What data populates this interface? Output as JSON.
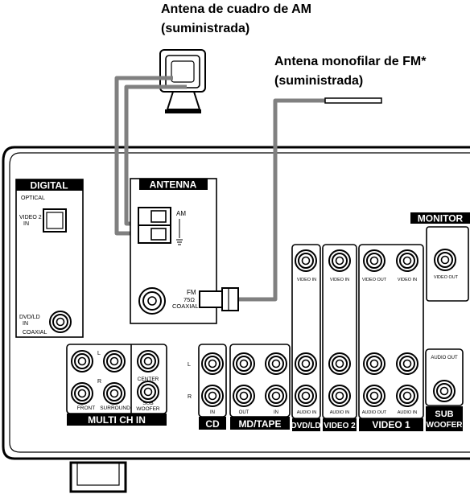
{
  "captions": {
    "am_line1": "Antena de cuadro de AM",
    "am_line2": "(suministrada)",
    "fm_line1": "Antena monofilar de FM*",
    "fm_line2": "(suministrada)"
  },
  "panels": {
    "digital": {
      "title": "DIGITAL",
      "optical": "OPTICAL",
      "video2_a": "VIDEO 2",
      "video2_b": "IN",
      "dvd_a": "DVD/LD",
      "dvd_b": "IN",
      "coaxial": "COAXIAL"
    },
    "antenna": {
      "title": "ANTENNA",
      "am": "AM",
      "fm_a": "FM",
      "fm_b": "75Ω",
      "fm_c": "COAXIAL"
    },
    "monitor": {
      "title": "MONITOR",
      "video_out": "VIDEO OUT"
    },
    "multi": {
      "title": "MULTI CH IN",
      "l": "L",
      "r": "R",
      "front": "FRONT",
      "surround": "SURROUND",
      "center": "CENTER",
      "sub_a": "SUB",
      "sub_b": "WOOFER"
    },
    "cd": {
      "title": "CD",
      "in": "IN",
      "l": "L",
      "r": "R"
    },
    "mdtape": {
      "title": "MD/TAPE",
      "out": "OUT",
      "in": "IN"
    },
    "dvdld": {
      "title": "DVD/LD",
      "video_in": "VIDEO IN",
      "audio_in": "AUDIO IN"
    },
    "video2": {
      "title": "VIDEO 2",
      "video_in": "VIDEO IN",
      "audio_in": "AUDIO IN"
    },
    "video1": {
      "title": "VIDEO 1",
      "video_out": "VIDEO OUT",
      "video_in": "VIDEO IN",
      "audio_out": "AUDIO OUT",
      "audio_in": "AUDIO IN"
    },
    "subwoofer": {
      "title_a": "SUB",
      "title_b": "WOOFER",
      "audio_out": "AUDIO OUT"
    }
  },
  "colors": {
    "cable": "#808080",
    "line": "#000000",
    "label_bg": "#000000",
    "label_fg": "#ffffff"
  }
}
